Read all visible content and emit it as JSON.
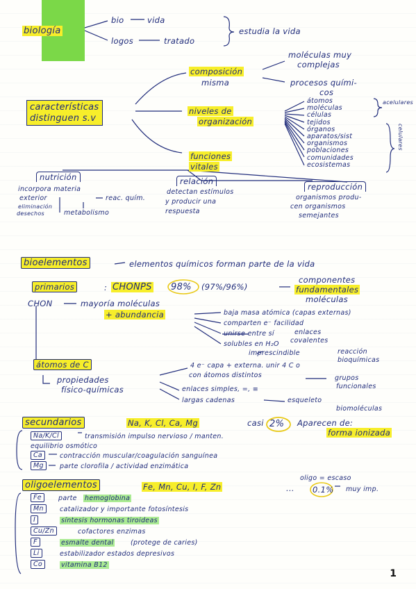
{
  "title": {
    "biologia": "biología",
    "bio": "bio",
    "vida": "vida",
    "logos": "logos",
    "tratado": "tratado",
    "estudia": "estudia la vida"
  },
  "sv": {
    "caracteristicas_1": "características",
    "caracteristicas_2": "distinguen s.v",
    "composicion": "composición",
    "misma": "misma",
    "moleculas_muy": "moléculas muy",
    "complejas": "complejas",
    "procesos": "procesos quími-",
    "cos": "cos",
    "niveles": "niveles de",
    "organizacion": "organización",
    "niveles_list": [
      "átomos",
      "moléculas",
      "células",
      "tejidos",
      "órganos",
      "aparatos/sist",
      "organismos",
      "poblaciones",
      "comunidades",
      "ecosistemas"
    ],
    "acelulares": "acelulares",
    "celulares": "celulares",
    "funciones": "funciones",
    "vitales": "vitales",
    "nutricion": "nutrición",
    "relacion": "relación",
    "reproduccion": "reproducción",
    "nut_1": "incorpora materia",
    "nut_2": "exterior",
    "nut_2b": "reac. quím.",
    "nut_3": "eliminación",
    "nut_4": "desechos",
    "nut_5": "metabolismo",
    "rel_1": "detectan estímulos",
    "rel_2": "y producir una",
    "rel_3": "respuesta",
    "rep_1": "organismos produ-",
    "rep_2": "cen organismos",
    "rep_3": "semejantes"
  },
  "bio": {
    "bioelementos": "bioelementos",
    "bio_def": "elementos químicos forman parte de la vida",
    "primarios": "primarios",
    "chonps": "CHONPS",
    "pct": "98%",
    "pct2": "(97%/96%)",
    "componentes": "componentes",
    "fundamentales": "fundamentales",
    "moleculas": "moléculas",
    "chon": "CHON",
    "mayoria": "mayoría moléculas",
    "abundancia": "+ abundancia",
    "b1": "baja masa atómica (capas externas)",
    "b2": "comparten e⁻ facilidad",
    "b3": "unirse entre sí",
    "b3b": "enlaces",
    "b3c": "covalentes",
    "b4": "solubles en H₂O",
    "b5": "imprescindible",
    "b5b": "reacción",
    "b5c": "bioquímicas",
    "atomos_c": "átomos de C",
    "propiedades": "propiedades",
    "fisico": "físico-químicas",
    "c1": "4 e⁻ capa + externa. unir 4 C o",
    "c1b": "con átomos distintos",
    "c1c": "grupos",
    "c1d": "funcionales",
    "c2": "enlaces simples, =, ≡",
    "c3": "largas cadenas",
    "c3b": "esqueleto",
    "c3c": "biomoléculas",
    "secundarios": "secundarios",
    "sec_el": "Na, K, Cl, Ca, Mg",
    "sec_casi": "casi",
    "sec_2": "2%",
    "sec_ap": "Aparecen de:",
    "sec_forma": "forma ionizada",
    "s1a": "Na/K/Cl",
    "s1": "transmisión impulso nervioso / manten.",
    "s1b": "equilibrio osmótico",
    "s2a": "Ca",
    "s2": "contracción muscular/coagulación sanguínea",
    "s3a": "Mg",
    "s3": "parte clorofila / actividad enzimática",
    "oligo": "oligoelementos",
    "oligo_el": "Fe, Mn, Cu, I, F, Zn",
    "oligo_dots": "...",
    "oligo_eq": "oligo = escaso",
    "oligo_pct": "0.1%",
    "oligo_imp": "muy imp.",
    "o1a": "Fe",
    "o1": "parte",
    "o1b": "hemoglobina",
    "o2a": "Mn",
    "o2": "catalizador y importante fotosíntesis",
    "o3a": "I",
    "o3": "síntesis hormonas tiroideas",
    "o4a": "Cu/Zn",
    "o4": "cofactores enzimas",
    "o5a": "F",
    "o5": "esmalte dental",
    "o5b": "(protege de caries)",
    "o6a": "Li",
    "o6": "estabilizador estados depresivos",
    "o7a": "Co",
    "o7": "vitamina B12"
  },
  "page_number": "1"
}
